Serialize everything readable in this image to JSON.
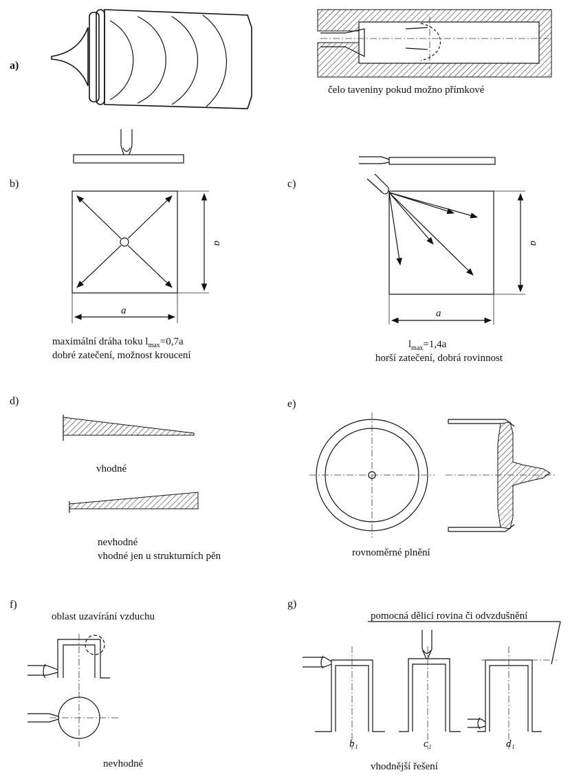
{
  "labels": {
    "a": "a)",
    "b": "b)",
    "c": "c)",
    "d": "d)",
    "e": "e)",
    "f": "f)",
    "g": "g)"
  },
  "captions": {
    "a_front": "čelo taveniny pokud možno přímkové",
    "b_line1_prefix": "maximální dráha toku l",
    "b_line1_sub": "max",
    "b_line1_suffix": "=0,7a",
    "b_line2": "dobré zatečení, možnost kroucení",
    "c_line1_prefix": "l",
    "c_line1_sub": "max",
    "c_line1_suffix": "=1,4a",
    "c_line2": "horší zatečení, dobrá rovinnost",
    "d_good": "vhodné",
    "d_bad1": "nevhodné",
    "d_bad2": "vhodné jen u strukturních pěn",
    "e_caption": "rovnoměrné plnění",
    "f_top": "oblast uzavírání vzduchu",
    "f_bottom": "nevhodné",
    "g_top": "pomocná dělicí rovina či odvzdušnění",
    "g_bottom": "vhodnější řešení"
  },
  "dimensions": {
    "b_side": "a",
    "b_bottom": "a",
    "c_side": "a",
    "c_bottom": "a"
  },
  "g_variants": [
    "b₁",
    "c₁",
    "d₁"
  ]
}
